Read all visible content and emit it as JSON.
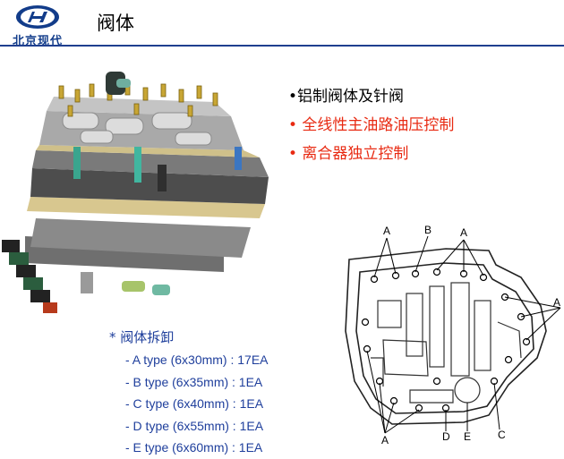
{
  "header": {
    "logo_text": "北京现代",
    "title": "阀体"
  },
  "bullets": [
    "•铝制阀体及针阀",
    "• 全线性主油路油压控制",
    "• 离合器独立控制"
  ],
  "disassembly": {
    "heading": "* 阀体拆卸",
    "items": [
      "- A type (6x30mm) : 17EA",
      "- B type (6x35mm) : 1EA",
      "- C type (6x40mm) : 1EA",
      "- D type (6x55mm) : 1EA",
      "- E type (6x60mm) : 1EA"
    ]
  },
  "diagram_labels": {
    "a": "A",
    "b": "B",
    "c": "C",
    "d": "D",
    "e": "E"
  },
  "colors": {
    "brand_blue": "#123c8a",
    "accent_red": "#e82a12",
    "list_blue": "#1f3f9c"
  }
}
